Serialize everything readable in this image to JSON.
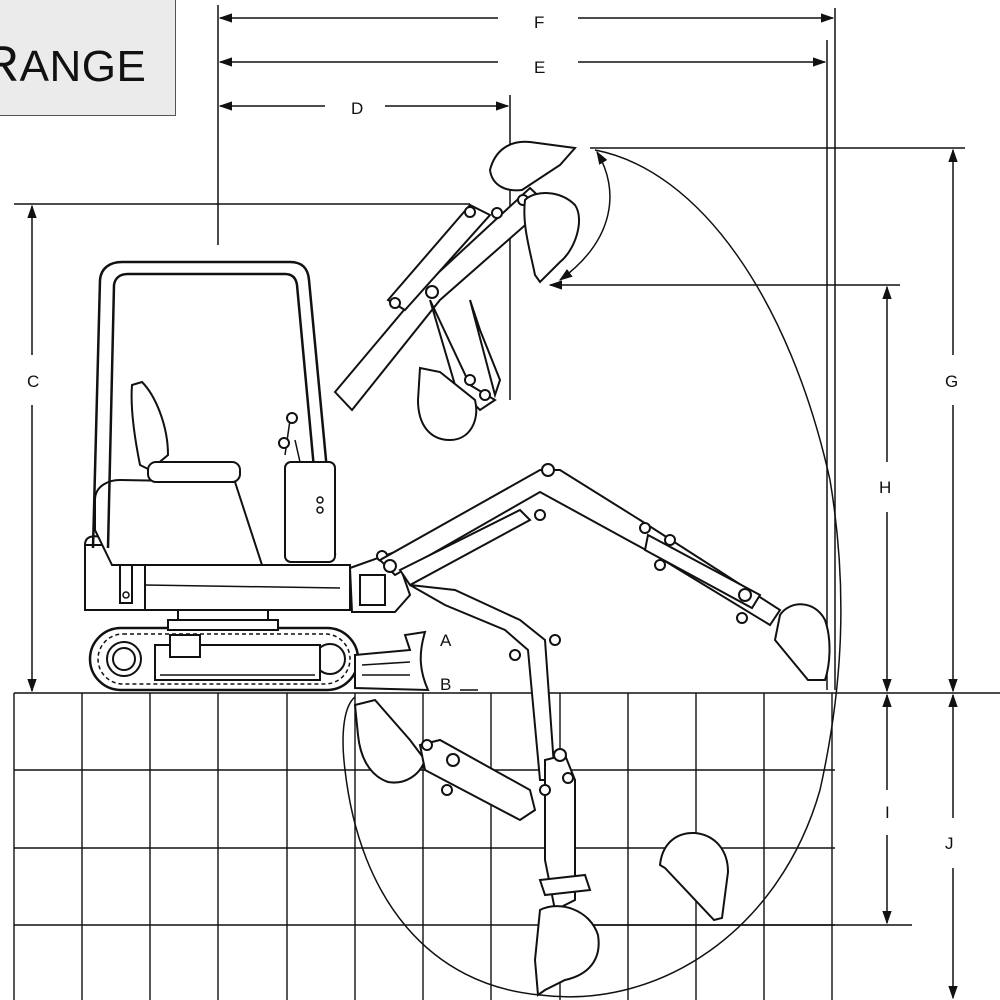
{
  "title": {
    "first": "R",
    "rest": "ANGE"
  },
  "labels": {
    "A": "A",
    "B": "B",
    "C": "C",
    "D": "D",
    "E": "E",
    "F": "F",
    "G": "G",
    "H": "H",
    "I": "I",
    "J": "J"
  }
}
